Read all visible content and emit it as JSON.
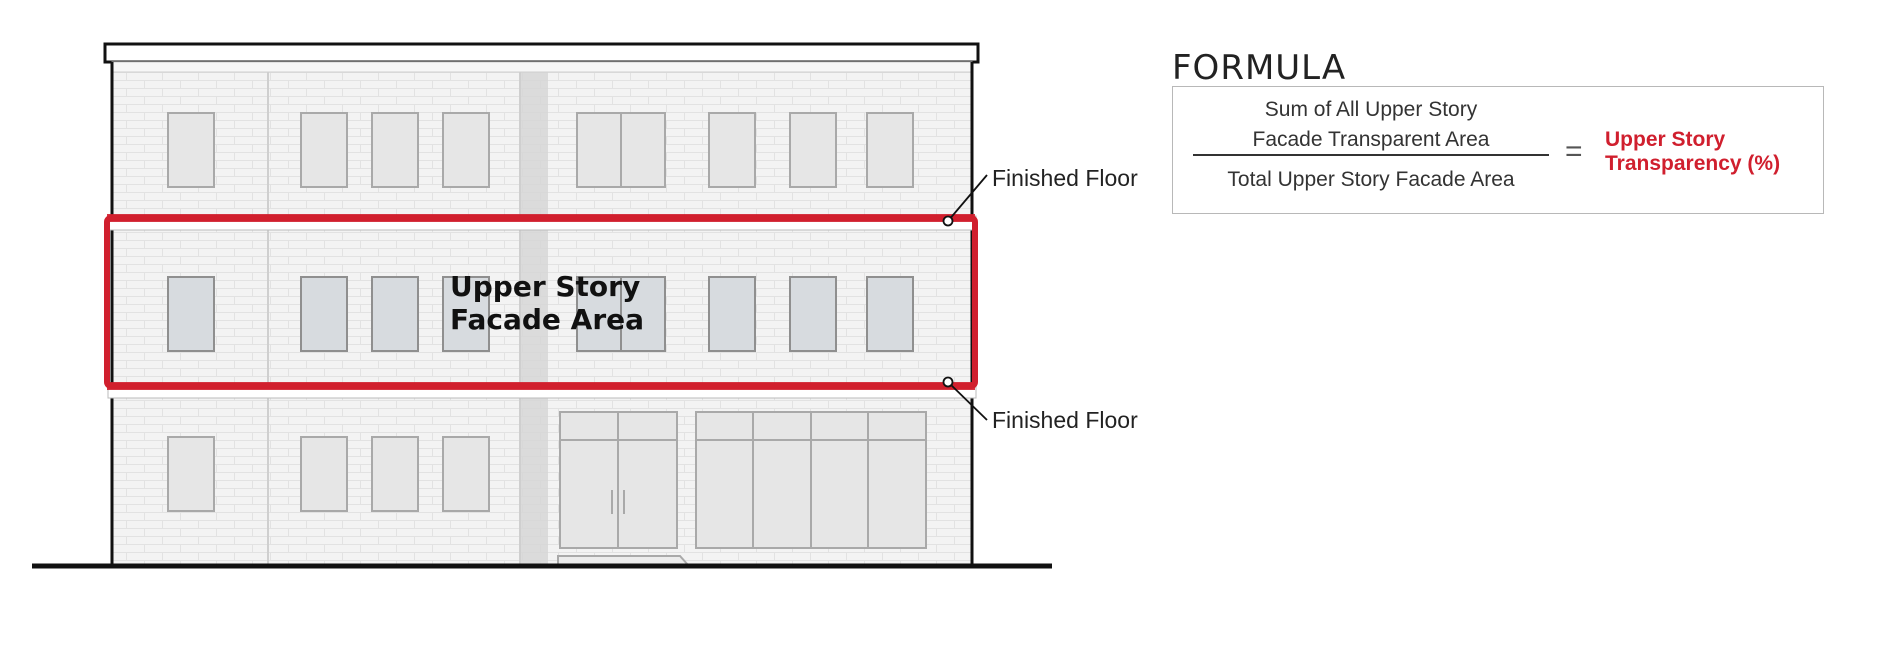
{
  "diagram": {
    "floor_label_top": "Finished Floor",
    "floor_label_bottom": "Finished Floor",
    "area_label_line1": "Upper Story",
    "area_label_line2": "Facade Area"
  },
  "formula": {
    "heading": "FORMULA",
    "numerator_line1": "Sum of All Upper Story",
    "numerator_line2": "Facade Transparent Area",
    "denominator": "Total Upper Story Facade Area",
    "equals": "=",
    "result_line1": "Upper Story",
    "result_line2": "Transparency (%)"
  },
  "colors": {
    "accent": "#d01f2e",
    "outline": "#111111",
    "window_fill": "#d7dbdf",
    "brick_fill": "#f2f2f2"
  }
}
